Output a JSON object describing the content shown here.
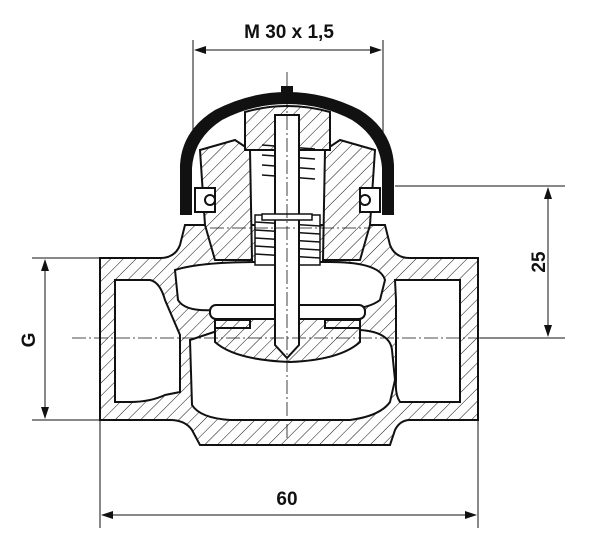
{
  "drawing": {
    "title": "Valve cross-section",
    "dimensions": {
      "thread": "M 30 x 1,5",
      "height": "25",
      "connection": "G",
      "length": "60"
    }
  }
}
